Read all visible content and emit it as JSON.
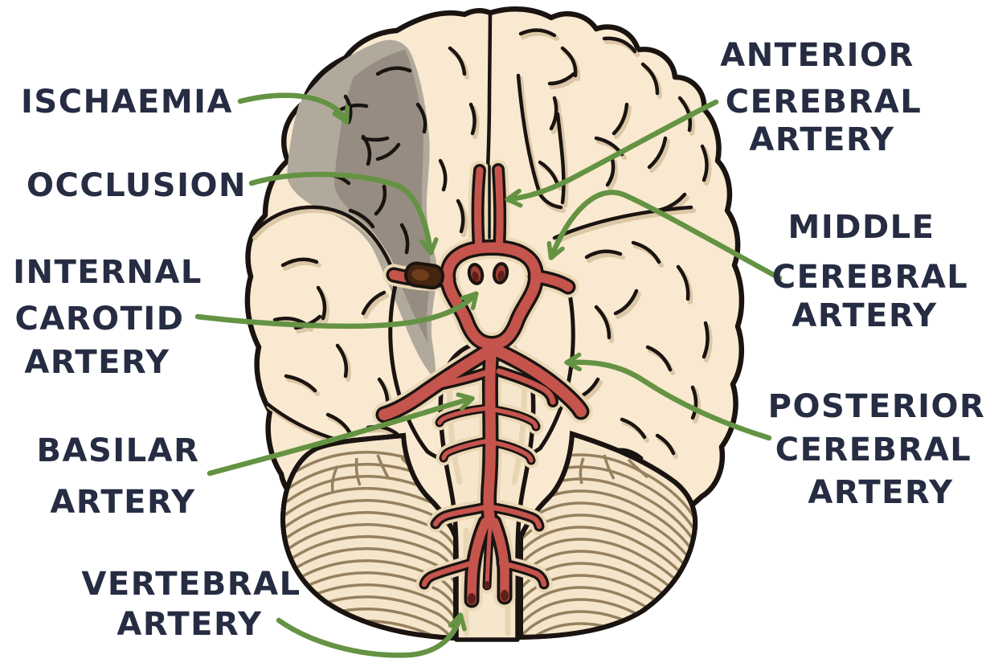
{
  "figure": {
    "subject": "Hand-drawn illustration of the inferior surface of the brain showing the cerebral arterial circulation (Circle of Willis), with an occlusion of the left middle cerebral artery and a resulting grey ischaemic region of the frontal lobe"
  },
  "labels": {
    "ischaemia": "ISCHAEMIA",
    "occlusion": "OCCLUSION",
    "internal_carotid_artery": [
      "INTERNAL",
      "CAROTID",
      "ARTERY"
    ],
    "basilar_artery": [
      "BASILAR",
      "ARTERY"
    ],
    "vertebral_artery": [
      "VERTEBRAL",
      "ARTERY"
    ],
    "anterior_cerebral_artery": [
      "ANTERIOR",
      "CEREBRAL",
      "ARTERY"
    ],
    "middle_cerebral_artery": [
      "MIDDLE",
      "CEREBRAL",
      "ARTERY"
    ],
    "posterior_cerebral_artery": [
      "POSTERIOR",
      "CEREBRAL",
      "ARTERY"
    ]
  },
  "colors": {
    "background": "#ffffff",
    "ink_outline": "#1a1411",
    "text": "#262c42",
    "brain_fill": "#f9e9d0",
    "brain_shading": "#e9d6b6",
    "gyrus_shadow": "#dcc7a6",
    "ischaemia_light": "#b2a99d",
    "ischaemia_dark": "#968c81",
    "artery_red": "#c5544c",
    "artery_cut_end": "#a13f37",
    "artery_cut_end_dark": "#5f1f1b",
    "occlusion_dark": "#44250f",
    "occlusion_brown": "#6f3c1d",
    "cerebellum_fill": "#f5e5ca",
    "cerebellum_stripe": "#96805e",
    "arrow_green": "#649343"
  }
}
